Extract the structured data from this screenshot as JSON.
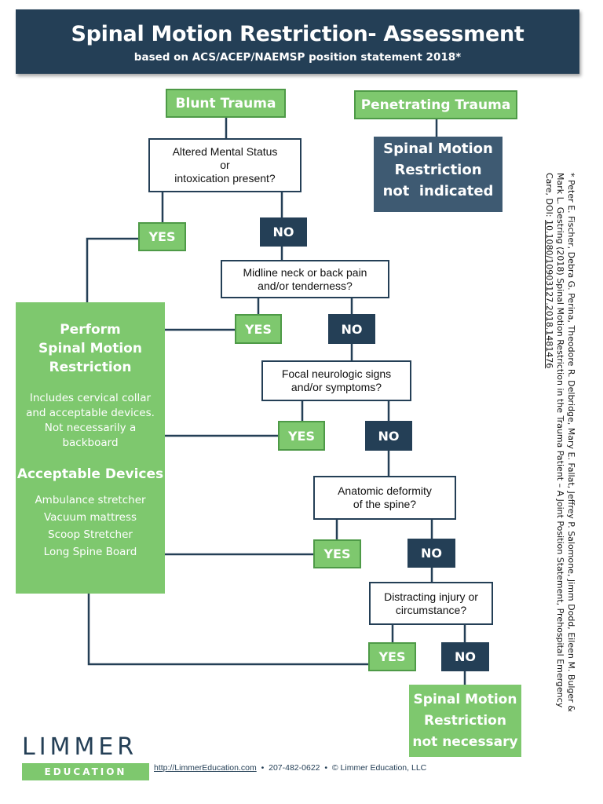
{
  "header": {
    "title": "Spinal Motion Restriction- Assessment",
    "subtitle": "based on ACS/ACEP/NAEMSP position statement 2018*"
  },
  "nodes": {
    "blunt": "Blunt Trauma",
    "penetrating": "Penetrating Trauma",
    "smr_not_indicated": [
      "Spinal Motion",
      "Restriction",
      "not  indicated"
    ],
    "q1": [
      "Altered Mental Status",
      "or",
      "intoxication present?"
    ],
    "q2": [
      "Midline neck or back pain",
      "and/or tenderness?"
    ],
    "q3": [
      "Focal neurologic signs",
      "and/or symptoms?"
    ],
    "q4": [
      "Anatomic deformity",
      "of the spine?"
    ],
    "q5": [
      "Distracting injury or",
      "circumstance?"
    ],
    "yes": "YES",
    "no": "NO",
    "smr_not_necessary": [
      "Spinal Motion",
      "Restriction",
      "not necessary"
    ]
  },
  "perform_panel": {
    "heading": [
      "Perform",
      "Spinal Motion",
      "Restriction"
    ],
    "details": [
      "Includes cervical collar",
      "and acceptable devices.",
      "Not necessarily a",
      "backboard"
    ],
    "devices_heading": "Acceptable Devices",
    "devices": [
      "Ambulance stretcher",
      "Vacuum mattress",
      "Scoop Stretcher",
      "Long Spine Board"
    ]
  },
  "citation": {
    "line1": "* Peter E. Fischer, Debra G. Perina, Theodore R. Delbridge, Mary E. Fallat, Jeffrey P. Salomone, Jimm Dodd, Eileen M. Bulger &",
    "line2": "Mark L. Gestring (2018) Spinal Motion Restriction in the Trauma Patient – A Joint Position Statement, Prehospital Emergency",
    "line3_prefix": "Care, DOI: ",
    "line3_doi": "10.1080/10903127.2018.1481476"
  },
  "logo": {
    "word": "LIMMER",
    "sub": "EDUCATION"
  },
  "footer": {
    "url": "http://LimmerEducation.com",
    "phone": "207-482-0622",
    "copyright": "© Limmer Education, LLC",
    "sep": "•"
  },
  "colors": {
    "navy": "#243f56",
    "green": "#7ec86e",
    "slate": "#3e5a72"
  }
}
